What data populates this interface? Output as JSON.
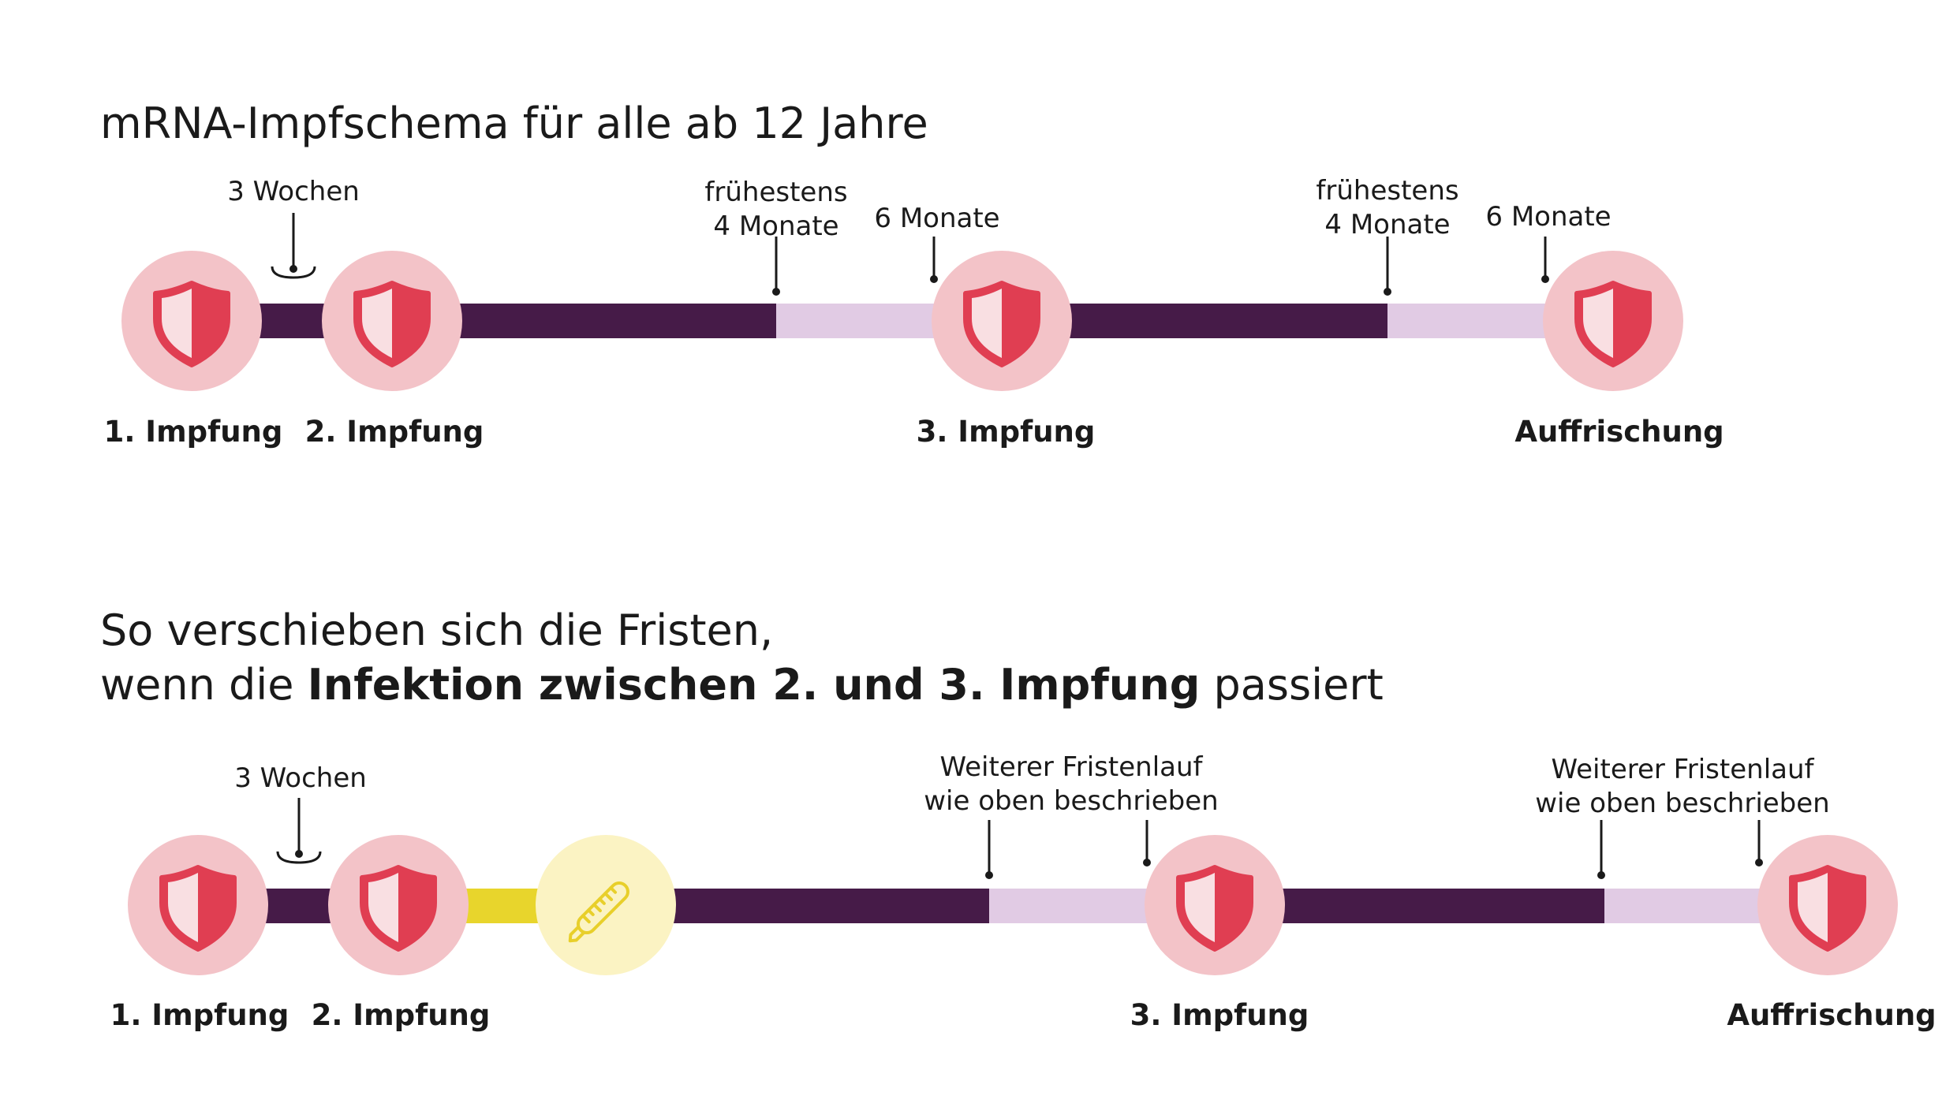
{
  "diagram1": {
    "title": "mRNA-Impfschema für alle ab 12 Jahre",
    "interval_label": "3 Wochen",
    "earliest_label_1": "frühestens\n4 Monate",
    "months_label_1": "6 Monate",
    "earliest_label_2": "frühestens\n4 Monate",
    "months_label_2": "6 Monate",
    "captions": [
      "1. Impfung",
      "2. Impfung",
      "3. Impfung",
      "Auffrischung"
    ]
  },
  "diagram2": {
    "title_line1": "So verschieben sich die Fristen,",
    "title_line2_pre": "wenn die ",
    "title_line2_bold": "Infektion zwischen 2. und 3. Impfung",
    "title_line2_post": " passiert",
    "interval_label": "3 Wochen",
    "further_label_1": "Weiterer Fristenlauf\nwie oben beschrieben",
    "further_label_2": "Weiterer Fristenlauf\nwie oben beschrieben",
    "captions": [
      "1. Impfung",
      "2. Impfung",
      "3. Impfung",
      "Auffrischung"
    ]
  },
  "icons": [
    "shield-icon",
    "thermometer-icon"
  ],
  "colors": {
    "dark_bar": "#461b48",
    "light_bar": "#e1cbe4",
    "infection_bar": "#e8d52c",
    "circle": "#f3c3c8",
    "shield_red": "#e03e52",
    "shield_light": "#f9dfe2",
    "infection_circle": "#fbf3c3",
    "thermometer": "#e8cf2a"
  }
}
